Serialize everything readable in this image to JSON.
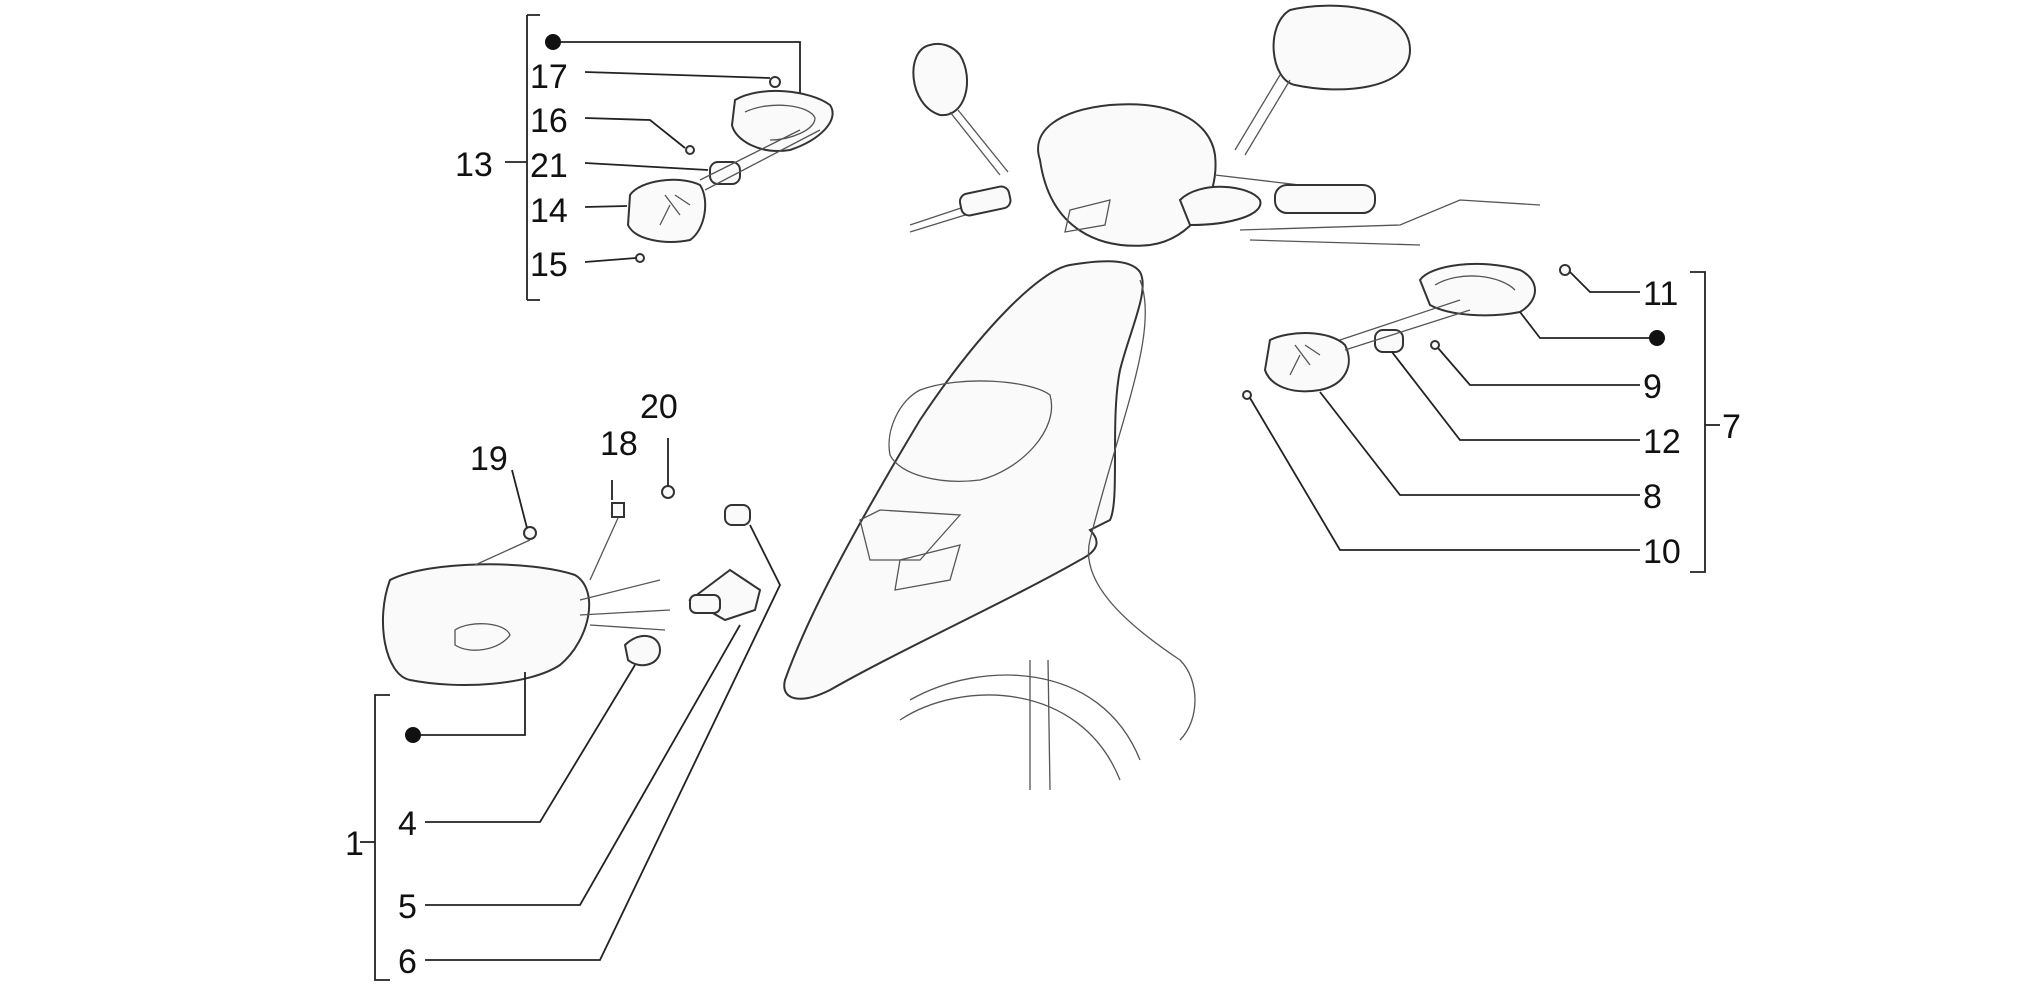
{
  "diagram": {
    "labels": {
      "p1": "1",
      "p4": "4",
      "p5": "5",
      "p6": "6",
      "p7": "7",
      "p8": "8",
      "p9": "9",
      "p10": "10",
      "p11": "11",
      "p12": "12",
      "p13": "13",
      "p14": "14",
      "p15": "15",
      "p16": "16",
      "p17": "17",
      "p18": "18",
      "p19": "19",
      "p20": "20",
      "p21": "21"
    }
  }
}
